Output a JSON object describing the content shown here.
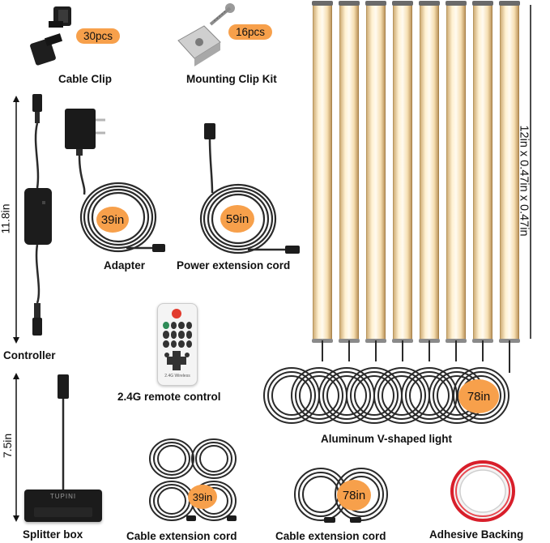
{
  "cable_clip": {
    "label": "Cable Clip",
    "qty": "30pcs"
  },
  "mounting_clip": {
    "label": "Mounting Clip Kit",
    "qty": "16pcs"
  },
  "controller": {
    "label": "Controller",
    "length": "11.8in"
  },
  "adapter": {
    "label": "Adapter",
    "length": "39in"
  },
  "power_ext": {
    "label": "Power extension cord",
    "length": "59in"
  },
  "remote": {
    "label": "2.4G remote control",
    "brand_text": "2.4G Wireless"
  },
  "light": {
    "label": "Aluminum V-shaped light",
    "dimensions": "12in x 0.47in x 0.47in",
    "cord_length": "78in",
    "count": 8
  },
  "splitter": {
    "label": "Splitter box",
    "length": "7.5in",
    "brand_text": "TUPINI"
  },
  "cable_ext_a": {
    "label": "Cable extension cord",
    "length": "39in"
  },
  "cable_ext_b": {
    "label": "Cable extension cord",
    "length": "78in"
  },
  "adhesive": {
    "label": "Adhesive Backing"
  },
  "colors": {
    "badge": "#f7a04b",
    "cable": "#2a2a2a",
    "tape_red": "#d81e2a"
  }
}
